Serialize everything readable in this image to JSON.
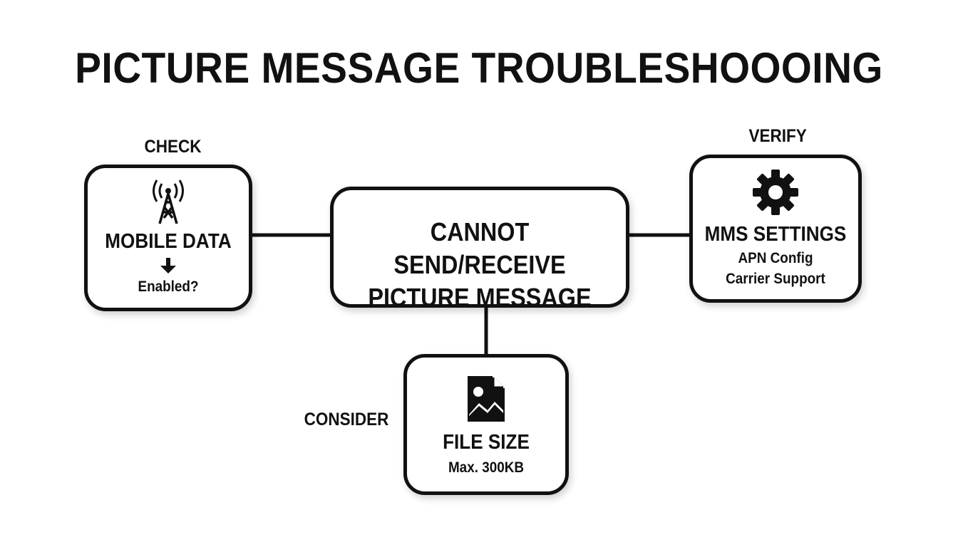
{
  "title": "PICTURE MESSAGE TROUBLESHOOOING",
  "center": {
    "line1": "CANNOT SEND/RECEIVE",
    "line2": "PICTURE MESSAGE"
  },
  "left": {
    "label": "CHECK",
    "title": "MOBILE DATA",
    "arrow_icon": "arrow-down-icon",
    "sub": "Enabled?",
    "icon": "cell-tower-icon"
  },
  "right": {
    "label": "VERIFY",
    "title": "MMS SETTINGS",
    "sub1": "APN Config",
    "sub2": "Carrier Support",
    "icon": "gear-icon"
  },
  "bottom": {
    "label": "CONSIDER",
    "title": "FILE SIZE",
    "sub": "Max. 300KB",
    "icon": "image-file-icon"
  },
  "colors": {
    "stroke": "#111111",
    "background": "#ffffff"
  }
}
